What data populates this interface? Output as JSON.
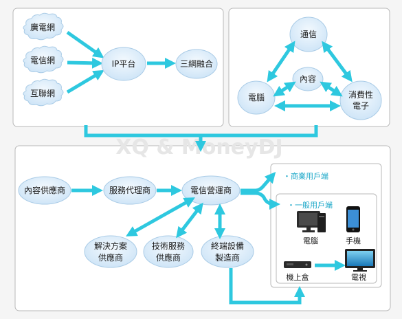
{
  "colors": {
    "arrow": "#2ec8df",
    "node_fill": "#d9ecfa",
    "node_stroke": "#a9cbe6",
    "panel_border": "#b8b8b8"
  },
  "watermark": "XQ & MoneyDJ",
  "top_left": {
    "clouds": [
      "廣電網",
      "電信網",
      "互聯網"
    ],
    "ip_platform": "IP平台",
    "convergence": "三網融合"
  },
  "top_right": {
    "communication": "通信",
    "content": "內容",
    "computer": "電腦",
    "consumer_electronics": [
      "消費性",
      "電子"
    ]
  },
  "bottom": {
    "content_provider": "內容供應商",
    "service_agent": "服務代理商",
    "telecom_operator": "電信營運商",
    "solution_provider": [
      "解決方案",
      "供應商"
    ],
    "tech_service_provider": [
      "技術服務",
      "供應商"
    ],
    "terminal_manufacturer": [
      "終端設備",
      "製造商"
    ],
    "business_user": "・商業用戶端",
    "general_user": "・一般用戶端",
    "devices": {
      "computer": "電腦",
      "phone": "手機",
      "settop": "機上盒",
      "tv": "電視"
    }
  }
}
